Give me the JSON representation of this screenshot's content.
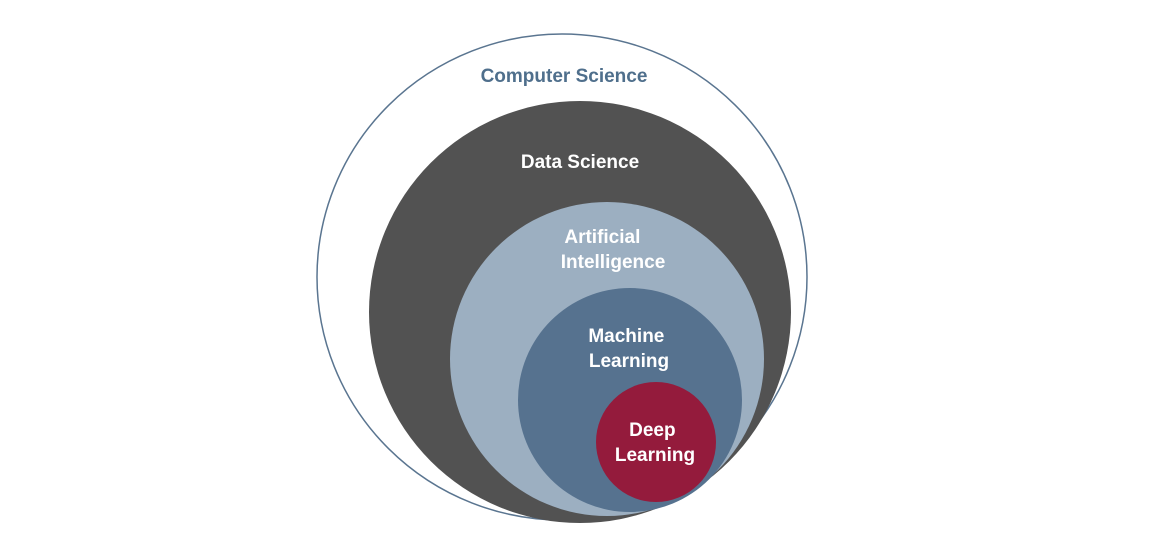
{
  "diagram": {
    "type": "nested-circles",
    "layers": [
      {
        "id": "computer-science",
        "label_lines": [
          "Computer Science"
        ],
        "fill": "#ffffff",
        "stroke": "#5a7590",
        "text_color": "#4f6f8c"
      },
      {
        "id": "data-science",
        "label_lines": [
          "Data Science"
        ],
        "fill": "#525252",
        "stroke": "none",
        "text_color": "#ffffff"
      },
      {
        "id": "artificial-intelligence",
        "label_lines": [
          "Artificial",
          "Intelligence"
        ],
        "fill": "#9cafc1",
        "stroke": "none",
        "text_color": "#ffffff"
      },
      {
        "id": "machine-learning",
        "label_lines": [
          "Machine",
          "Learning"
        ],
        "fill": "#56728f",
        "stroke": "none",
        "text_color": "#ffffff"
      },
      {
        "id": "deep-learning",
        "label_lines": [
          "Deep",
          "Learning"
        ],
        "fill": "#941b3c",
        "stroke": "none",
        "text_color": "#ffffff"
      }
    ]
  }
}
